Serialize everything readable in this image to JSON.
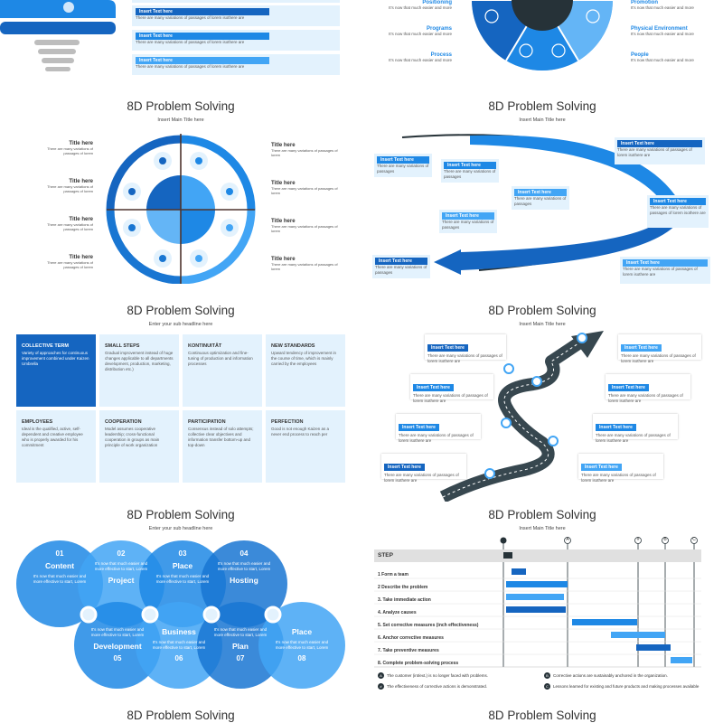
{
  "title": "8D Problem Solving",
  "s1": {
    "bars": [
      {
        "label": "Insert Text here",
        "text": "There are many variations of passages of lorem isothere are"
      },
      {
        "label": "Insert Text here",
        "text": "There are many variations of passages of lorem isothere are"
      },
      {
        "label": "Insert Text here",
        "text": "There are many variations of passages of lorem isothere are"
      }
    ]
  },
  "s2": {
    "left": [
      {
        "h": "Positioning",
        "p": "It's now that much easier and more"
      },
      {
        "h": "Programs",
        "p": "It's now that much easier and more"
      },
      {
        "h": "Process",
        "p": "It's now that much easier and more"
      }
    ],
    "right": [
      {
        "h": "Promotion",
        "p": "It's now that much easier and more"
      },
      {
        "h": "Physical Environment",
        "p": "It's now that much easier and more"
      },
      {
        "h": "People",
        "p": "It's now that much easier and more"
      }
    ]
  },
  "s3": {
    "sub": "Insert Main Title here",
    "left": [
      {
        "h": "Title here",
        "p": "There are many variations of passages of lorem"
      },
      {
        "h": "Title here",
        "p": "There are many variations of passages of lorem"
      },
      {
        "h": "Title here",
        "p": "There are many variations of passages of lorem"
      },
      {
        "h": "Title here",
        "p": "There are many variations of passages of lorem"
      }
    ],
    "right": [
      {
        "h": "Title here",
        "p": "There are many variations of passages of lorem"
      },
      {
        "h": "Title here",
        "p": "There are many variations of passages of lorem"
      },
      {
        "h": "Title here",
        "p": "There are many variations of passages of lorem"
      },
      {
        "h": "Title here",
        "p": "There are many variations of passages of lorem"
      }
    ]
  },
  "s4": {
    "sub": "Insert Main Title here",
    "small": [
      {
        "h": "Insert Text here",
        "p": "There are many variations of passages"
      },
      {
        "h": "Insert Text here",
        "p": "There are many variations of passages"
      },
      {
        "h": "Insert Text here",
        "p": "There are many variations of passages"
      },
      {
        "h": "Insert Text here",
        "p": "There are many variations of passages"
      },
      {
        "h": "Insert Text here",
        "p": "There are many variations of passages"
      }
    ],
    "right": [
      {
        "h": "Insert Text here",
        "p": "There are many variations of passages of lorem isothere are"
      },
      {
        "h": "Insert Text here",
        "p": "There are many variations of passages of lorem isothere are"
      },
      {
        "h": "Insert Text here",
        "p": "There are many variations of passages of lorem isothere are"
      }
    ]
  },
  "s5": {
    "sub": "Enter your sub headline here",
    "cells": [
      {
        "h": "COLLECTIVE TERM",
        "p": "Variety of approaches for continuous improvement combined under Kaizen Umbrella"
      },
      {
        "h": "SMALL STEPS",
        "p": "Gradual improvement instead of huge changes applicable to all departments development, production, marketing, distribution etc.)"
      },
      {
        "h": "KONTINUITÄT",
        "p": "Continuous optimization and fine-tuning of production and information processes"
      },
      {
        "h": "NEW STANDARDS",
        "p": "Upward tendency of improvement in the course of time, which is mainly carried by the employees"
      },
      {
        "h": "EMPLOYEES",
        "p": "Ideal is the qualified, active, self-dependent and creative employee who is properly awarded for his commitment"
      },
      {
        "h": "COOPERATION",
        "p": "Model assumes cooperative leadership; cross-functional cooperation in groups as main principle of work organization"
      },
      {
        "h": "PARTICIPATION",
        "p": "Consensus instead of solo attempts; collective clear objectives and information transfer bottom-up and top-down"
      },
      {
        "h": "PERFECTION",
        "p": "Good is not enough Kaizen as a never end process to reach per"
      }
    ]
  },
  "s6": {
    "sub": "Insert Main Title here",
    "left": [
      {
        "h": "Insert Text here",
        "p": "There are many variations of passages of lorem isothere are"
      },
      {
        "h": "Insert Text here",
        "p": "There are many variations of passages of lorem isothere are"
      },
      {
        "h": "Insert Text here",
        "p": "There are many variations of passages of lorem isothere are"
      },
      {
        "h": "Insert Text here",
        "p": "There are many variations of passages of lorem isothere are"
      }
    ],
    "right": [
      {
        "h": "Insert Text here",
        "p": "There are many variations of passages of lorem isothere are"
      },
      {
        "h": "Insert Text here",
        "p": "There are many variations of passages of lorem isothere are"
      },
      {
        "h": "Insert Text here",
        "p": "There are many variations of passages of lorem isothere are"
      },
      {
        "h": "Insert Text here",
        "p": "There are many variations of passages of lorem isothere are"
      }
    ]
  },
  "s7": {
    "sub": "Enter your sub headline here",
    "circles": [
      {
        "n": "01",
        "name": "Content",
        "p": "It's now that much easier and more effective to start, Lorem"
      },
      {
        "n": "02",
        "name": "Project",
        "p": "It's now that much easier and more effective to start, Lorem"
      },
      {
        "n": "03",
        "name": "Place",
        "p": "It's now that much easier and more effective to start, Lorem"
      },
      {
        "n": "04",
        "name": "Hosting",
        "p": "It's now that much easier and more effective to start, Lorem"
      },
      {
        "n": "05",
        "name": "Development",
        "p": "It's now that much easier and more effective to start, Lorem"
      },
      {
        "n": "06",
        "name": "Business",
        "p": "It's now that much easier and more effective to start, Lorem"
      },
      {
        "n": "07",
        "name": "Plan",
        "p": "It's now that much easier and more effective to start, Lorem"
      },
      {
        "n": "08",
        "name": "Place",
        "p": "It's now that much easier and more effective to start, Lorem"
      }
    ]
  },
  "s8": {
    "sub": "Insert Main Title here",
    "header": "STEP",
    "markers": [
      "A",
      "#",
      "B",
      "C"
    ],
    "steps": [
      "1 Form a team",
      "2 Describe the problem",
      "3. Take immediate action",
      "4. Analyze causes",
      "5. Set corrective measures (inch effectiveness)",
      "6. Anchor corrective measures",
      "7. Take preventive measures",
      "8. Complete problem-solving process"
    ],
    "legend": [
      {
        "k": "A",
        "t": "The customer (int/ext.) is no longer faced with problems."
      },
      {
        "k": "B",
        "t": "Corrective actions are sustainably anchored in the organization."
      },
      {
        "k": "#",
        "t": "The effectiveness of corrective actions is demonstrated."
      },
      {
        "k": "C",
        "t": "Lessons learned for existing and future products and making processes available"
      }
    ]
  },
  "colors": {
    "dark": "#1565c0",
    "mid": "#1e88e5",
    "light": "#42a5f5",
    "pale": "#e3f2fd"
  }
}
